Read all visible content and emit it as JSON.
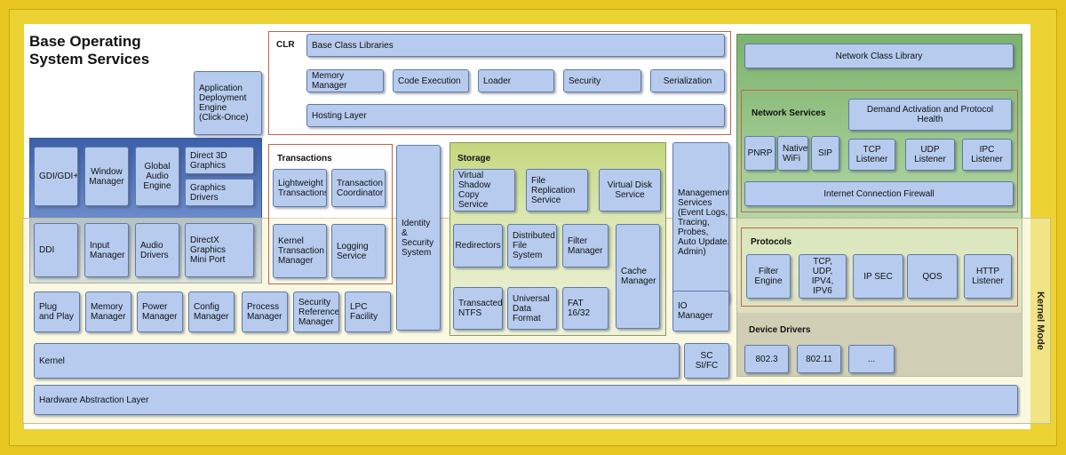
{
  "title": "Base Operating\nSystem Services",
  "kernel_mode": "Kernel Mode",
  "clr": {
    "label": "CLR",
    "base_class_libraries": "Base Class Libraries",
    "memory_manager": "Memory Manager",
    "code_execution": "Code Execution",
    "loader": "Loader",
    "security": "Security",
    "serialization": "Serialization",
    "hosting_layer": "Hosting Layer"
  },
  "app_deployment": "Application\nDeployment Engine\n(Click-Once)",
  "graphics": {
    "gdi": "GDI/GDI+",
    "window_manager": "Window\nManager",
    "global_audio": "Global\nAudio\nEngine",
    "direct3d": "Direct 3D\nGraphics",
    "graphics_drivers": "Graphics\nDrivers",
    "ddi": "DDI",
    "input_manager": "Input\nManager",
    "audio_drivers": "Audio\nDrivers",
    "directx": "DirectX\nGraphics\nMini Port"
  },
  "transactions": {
    "label": "Transactions",
    "lightweight": "Lightweight\nTransactions",
    "coordinator": "Transaction\nCoordinator",
    "kernel_tm": "Kernel\nTransaction\nManager",
    "logging": "Logging\nService"
  },
  "identity": "Identity\n&\nSecurity\nSystem",
  "storage": {
    "label": "Storage",
    "vss": "Virtual\nShadow\nCopy Service",
    "dfr": "File\nReplication\nService",
    "vds": "Virtual Disk\nService",
    "redirectors": "Redirectors",
    "dfs": "Distributed\nFile System",
    "filter_manager": "Filter\nManager",
    "cache_manager": "Cache\nManager",
    "ntfs": "Transacted\nNTFS",
    "udf": "Universal\nData\nFormat",
    "fat": "FAT 16/32"
  },
  "management": "Management\nServices\n(Event Logs,\nTracing,\nProbes,\nAuto Update,\nAdmin)",
  "io_manager": "IO Manager",
  "scsi": "SC SI/FC",
  "kernel_row": {
    "plug_play": "Plug\nand Play",
    "memory_manager": "Memory\nManager",
    "power_manager": "Power\nManager",
    "config_manager": "Config\nManager",
    "process_manager": "Process\nManager",
    "srm": "Security\nReference\nManager",
    "lpc": "LPC\nFacility"
  },
  "kernel": "Kernel",
  "hal": "Hardware Abstraction Layer",
  "network": {
    "class_library": "Network Class Library",
    "services_label": "Network Services",
    "demand_activation": "Demand Activation and Protocol Health",
    "pnrp": "PNRP",
    "native_wifi": "Native\nWiFi",
    "sip": "SIP",
    "tcp_listener": "TCP\nListener",
    "udp_listener": "UDP\nListener",
    "ipc_listener": "IPC\nListener",
    "firewall": "Internet Connection Firewall"
  },
  "protocols": {
    "label": "Protocols",
    "filter_engine": "Filter\nEngine",
    "tcp_udp": "TCP, UDP,\nIPV4, IPV6",
    "ipsec": "IP SEC",
    "qos": "QOS",
    "http": "HTTP\nListener"
  },
  "device_drivers": {
    "label": "Device Drivers",
    "d8023": "802.3",
    "d80211": "802.11",
    "more": "..."
  },
  "colors": {
    "background": "#e7c620",
    "box_fill": "#b6cbee",
    "box_border": "#5f79a6",
    "group_border": "#c0654a",
    "graphics_blue": "#5d7fbf",
    "storage_green": "#c8d98e",
    "network_green": "#8fc07c",
    "device_gray": "#9ca09a"
  }
}
